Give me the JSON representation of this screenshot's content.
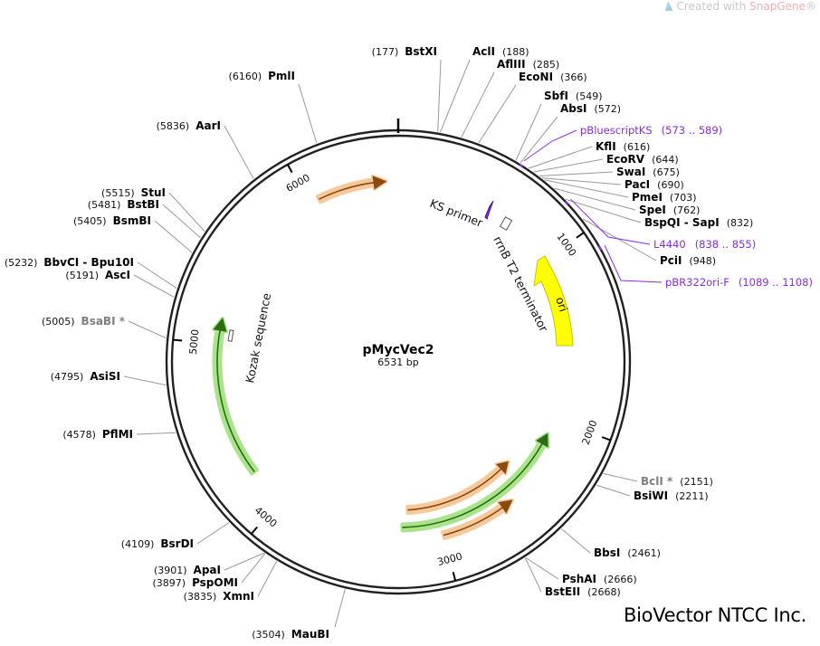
{
  "plasmid": {
    "name": "pMycVec2",
    "length_label": "6531 bp",
    "length": 6531
  },
  "watermark": {
    "prefix": "Created with ",
    "brand": "SnapGene",
    "suffix": "®"
  },
  "company": "BioVector NTCC Inc.",
  "ticks": [
    {
      "pos": 1000,
      "label": "1000"
    },
    {
      "pos": 2000,
      "label": "2000"
    },
    {
      "pos": 3000,
      "label": "3000"
    },
    {
      "pos": 4000,
      "label": "4000"
    },
    {
      "pos": 5000,
      "label": "5000"
    },
    {
      "pos": 6000,
      "label": "6000"
    }
  ],
  "sites": [
    {
      "name": "BstXI",
      "pos": 177,
      "pos_label": "(177)",
      "side": "left",
      "grey": false
    },
    {
      "name": "AclI",
      "pos": 188,
      "pos_label": "(188)",
      "side": "right",
      "grey": false
    },
    {
      "name": "AflIII",
      "pos": 285,
      "pos_label": "(285)",
      "side": "right",
      "grey": false
    },
    {
      "name": "EcoNI",
      "pos": 366,
      "pos_label": "(366)",
      "side": "right",
      "grey": false
    },
    {
      "name": "SbfI",
      "pos": 549,
      "pos_label": "(549)",
      "side": "right",
      "grey": false
    },
    {
      "name": "AbsI",
      "pos": 572,
      "pos_label": "(572)",
      "side": "right",
      "grey": false
    },
    {
      "name": "KflI",
      "pos": 616,
      "pos_label": "(616)",
      "side": "right",
      "grey": false
    },
    {
      "name": "EcoRV",
      "pos": 644,
      "pos_label": "(644)",
      "side": "right",
      "grey": false
    },
    {
      "name": "SwaI",
      "pos": 675,
      "pos_label": "(675)",
      "side": "right",
      "grey": false
    },
    {
      "name": "PacI",
      "pos": 690,
      "pos_label": "(690)",
      "side": "right",
      "grey": false
    },
    {
      "name": "PmeI",
      "pos": 703,
      "pos_label": "(703)",
      "side": "right",
      "grey": false
    },
    {
      "name": "SpeI",
      "pos": 762,
      "pos_label": "(762)",
      "side": "right",
      "grey": false
    },
    {
      "name": "BspQI - SapI",
      "pos": 832,
      "pos_label": "(832)",
      "side": "right",
      "grey": false
    },
    {
      "name": "PciI",
      "pos": 948,
      "pos_label": "(948)",
      "side": "right",
      "grey": false
    },
    {
      "name": "BclI *",
      "pos": 2151,
      "pos_label": "(2151)",
      "side": "right",
      "grey": true
    },
    {
      "name": "BsiWI",
      "pos": 2211,
      "pos_label": "(2211)",
      "side": "right",
      "grey": false
    },
    {
      "name": "BbsI",
      "pos": 2461,
      "pos_label": "(2461)",
      "side": "right",
      "grey": false
    },
    {
      "name": "PshAI",
      "pos": 2666,
      "pos_label": "(2666)",
      "side": "right",
      "grey": false
    },
    {
      "name": "BstEII",
      "pos": 2668,
      "pos_label": "(2668)",
      "side": "right",
      "grey": false
    },
    {
      "name": "MauBI",
      "pos": 3504,
      "pos_label": "(3504)",
      "side": "left",
      "grey": false
    },
    {
      "name": "XmnI",
      "pos": 3835,
      "pos_label": "(3835)",
      "side": "left",
      "grey": false
    },
    {
      "name": "PspOMI",
      "pos": 3897,
      "pos_label": "(3897)",
      "side": "left",
      "grey": false
    },
    {
      "name": "ApaI",
      "pos": 3901,
      "pos_label": "(3901)",
      "side": "left",
      "grey": false
    },
    {
      "name": "BsrDI",
      "pos": 4109,
      "pos_label": "(4109)",
      "side": "left",
      "grey": false
    },
    {
      "name": "PflMI",
      "pos": 4578,
      "pos_label": "(4578)",
      "side": "left",
      "grey": false
    },
    {
      "name": "AsiSI",
      "pos": 4795,
      "pos_label": "(4795)",
      "side": "left",
      "grey": false
    },
    {
      "name": "BsaBI *",
      "pos": 5005,
      "pos_label": "(5005)",
      "side": "left",
      "grey": true
    },
    {
      "name": "AscI",
      "pos": 5191,
      "pos_label": "(5191)",
      "side": "left",
      "grey": false
    },
    {
      "name": "BbvCI - Bpu10I",
      "pos": 5232,
      "pos_label": "(5232)",
      "side": "left",
      "grey": false
    },
    {
      "name": "BsmBI",
      "pos": 5405,
      "pos_label": "(5405)",
      "side": "left",
      "grey": false
    },
    {
      "name": "BstBI",
      "pos": 5481,
      "pos_label": "(5481)",
      "side": "left",
      "grey": false
    },
    {
      "name": "StuI",
      "pos": 5515,
      "pos_label": "(5515)",
      "side": "left",
      "grey": false
    },
    {
      "name": "AarI",
      "pos": 5836,
      "pos_label": "(5836)",
      "side": "left",
      "grey": false
    },
    {
      "name": "PmlI",
      "pos": 6160,
      "pos_label": "(6160)",
      "side": "left",
      "grey": false
    }
  ],
  "primers": [
    {
      "name": "pBluescriptKS",
      "range_label": "(573 .. 589)",
      "start": 573,
      "end": 589
    },
    {
      "name": "L4440",
      "range_label": "(838 .. 855)",
      "start": 838,
      "end": 855
    },
    {
      "name": "pBR322ori-F",
      "range_label": "(1089 .. 1108)",
      "start": 1089,
      "end": 1108
    }
  ],
  "features": [
    {
      "name": "KS primer",
      "type": "primer_bind",
      "color": "#8a2be2"
    },
    {
      "name": "rrnB T2 terminator",
      "type": "terminator",
      "color": "#ffffff"
    },
    {
      "name": "ori",
      "type": "rep_origin",
      "color": "#ffff00",
      "start": 1180,
      "end": 1769
    },
    {
      "name": "Kozak sequence",
      "type": "misc",
      "color": "#ffffff"
    }
  ],
  "arcs": [
    {
      "start": 6060,
      "end": 6460,
      "radius": 200,
      "fill": "#f5c08a",
      "stroke": "#8a4a10",
      "dir": 1
    },
    {
      "start": 2100,
      "end": 3240,
      "radius": 183,
      "fill": "#9be07a",
      "stroke": "#2d6b12",
      "dir": -1
    },
    {
      "start": 2400,
      "end": 3200,
      "radius": 164,
      "fill": "#f5c08a",
      "stroke": "#8a4a10",
      "dir": -1
    },
    {
      "start": 2550,
      "end": 3000,
      "radius": 198,
      "fill": "#f5c08a",
      "stroke": "#8a4a10",
      "dir": -1
    },
    {
      "start": 4220,
      "end": 5150,
      "radius": 200,
      "fill": "#9be07a",
      "stroke": "#2d6b12",
      "dir": 1
    }
  ]
}
